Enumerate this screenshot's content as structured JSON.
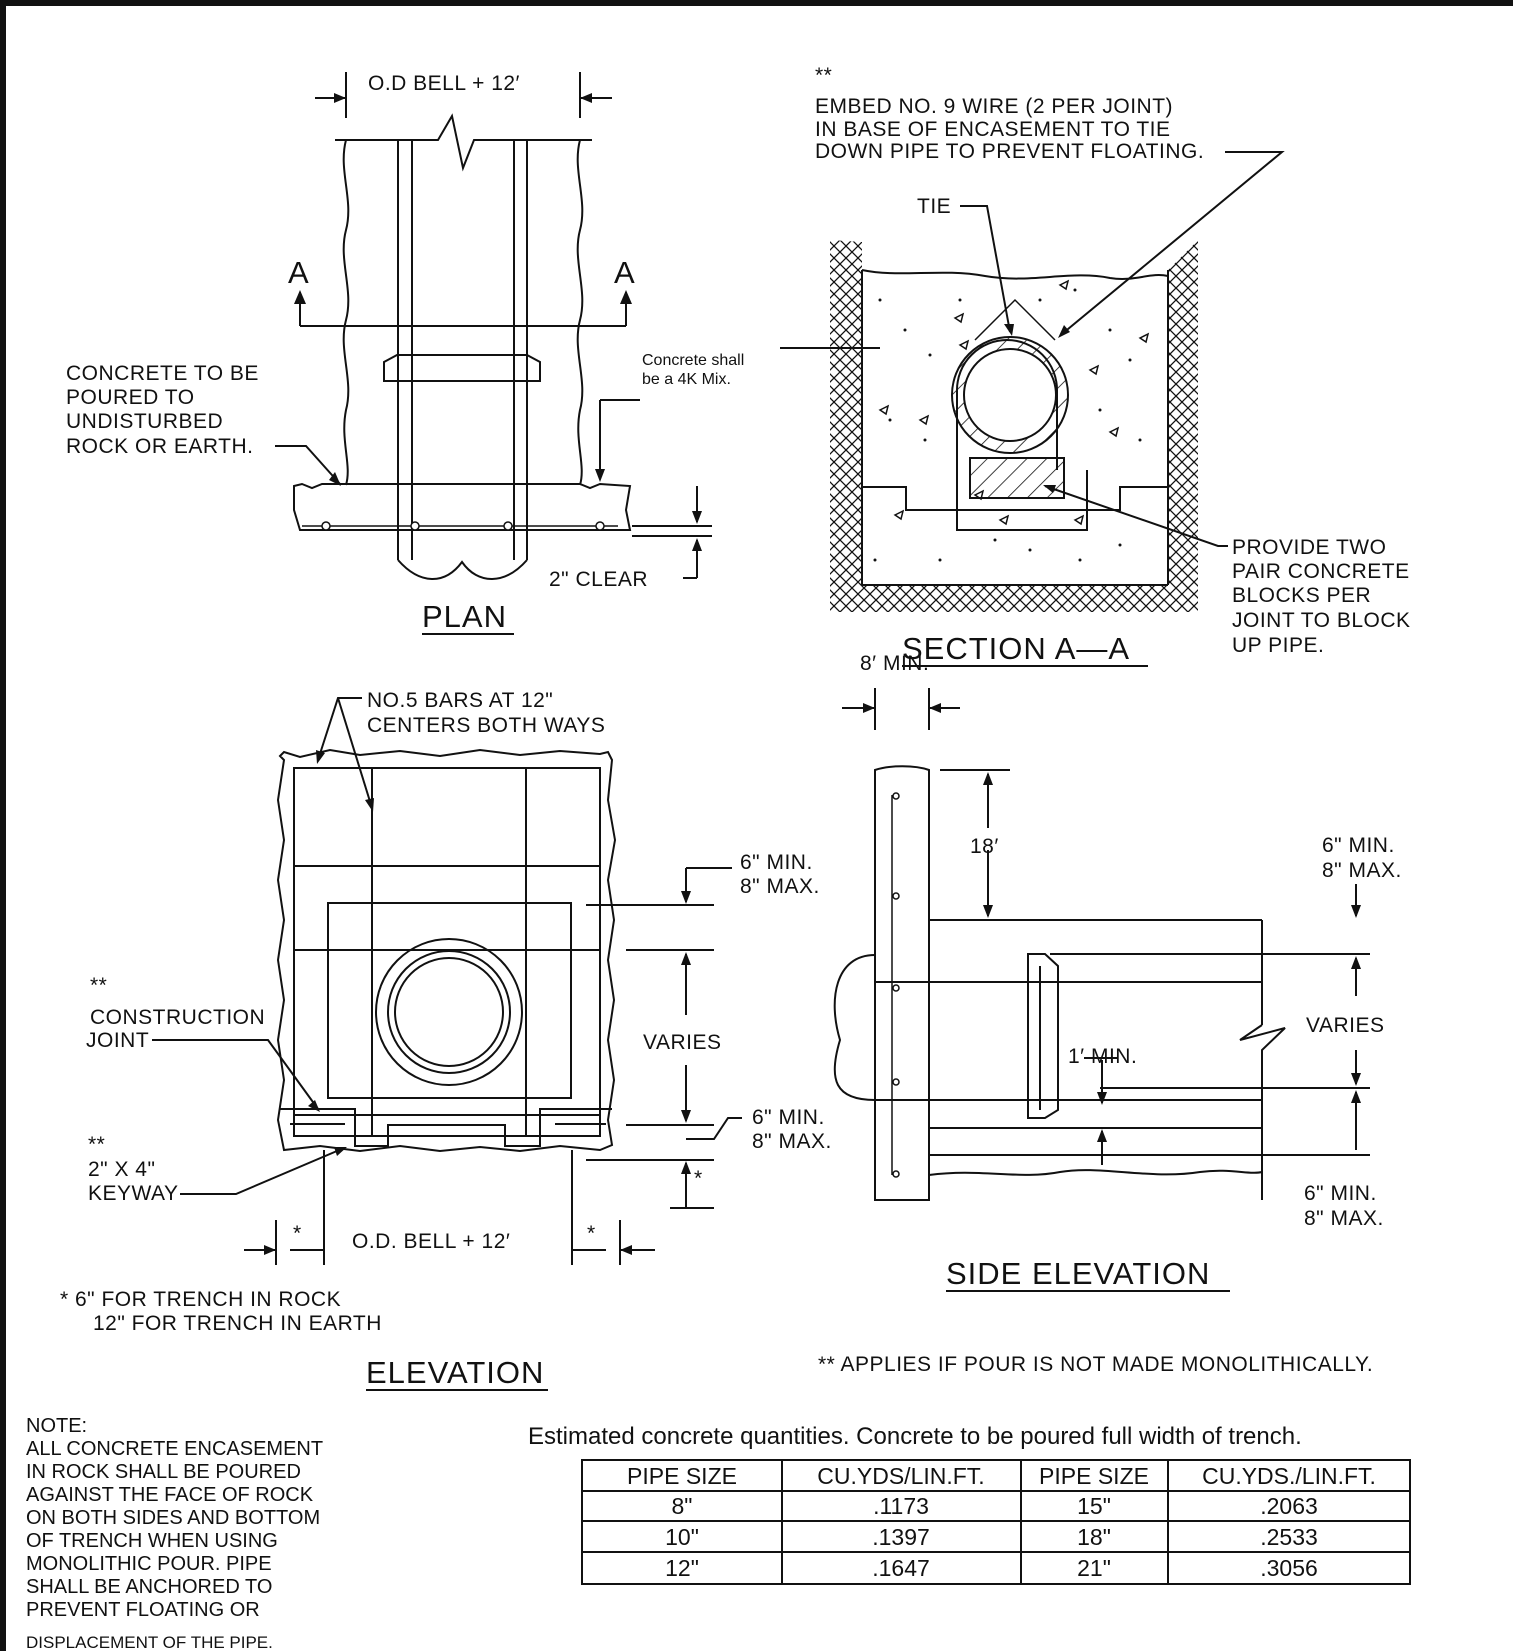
{
  "plan": {
    "title": "PLAN",
    "dim_top": "O.D BELL + 12′",
    "section_left": "A",
    "section_right": "A",
    "pour_note": [
      "CONCRETE TO BE",
      "POURED TO",
      "UNDISTURBED",
      "ROCK OR EARTH."
    ],
    "mix_note": [
      "Concrete shall",
      "be a 4K Mix."
    ],
    "clear": "2\" CLEAR"
  },
  "section": {
    "title": "SECTION A—A",
    "stars": "**",
    "embed_note": [
      "EMBED NO. 9 WIRE (2 PER JOINT)",
      "IN BASE OF ENCASEMENT TO TIE",
      "DOWN PIPE TO PREVENT FLOATING."
    ],
    "tie": "TIE",
    "blocks_note": [
      "PROVIDE TWO",
      "PAIR CONCRETE",
      "BLOCKS PER",
      "JOINT TO BLOCK",
      "UP PIPE."
    ]
  },
  "elevation": {
    "title": "ELEVATION",
    "bars_note": [
      "NO.5 BARS AT 12\"",
      "CENTERS BOTH WAYS"
    ],
    "top_dim": [
      "6\" MIN.",
      "8\" MAX."
    ],
    "varies": "VARIES",
    "bottom_dim": [
      "6\" MIN.",
      "8\" MAX."
    ],
    "joint_stars": "**",
    "joint_note": [
      "CONSTRUCTION",
      "JOINT"
    ],
    "keyway_stars": "**",
    "keyway_note": [
      "2\" X 4\"",
      "KEYWAY"
    ],
    "star": "*",
    "bottom_width": "O.D. BELL + 12′",
    "trench_note": [
      "* 6\" FOR TRENCH IN ROCK",
      "12\" FOR TRENCH IN EARTH"
    ]
  },
  "side_elevation": {
    "title": "SIDE ELEVATION",
    "min8": "8′ MIN.",
    "h18": "18′",
    "top_dim": [
      "6\" MIN.",
      "8\" MAX."
    ],
    "varies": "VARIES",
    "min1": "1′ MIN.",
    "bottom_dim": [
      "6\" MIN.",
      "8\" MAX."
    ]
  },
  "applies_note": "** APPLIES IF POUR IS NOT MADE MONOLITHICALLY.",
  "general_note": [
    "NOTE:",
    "ALL CONCRETE ENCASEMENT",
    "IN ROCK SHALL BE POURED",
    "AGAINST THE FACE OF ROCK",
    "ON BOTH SIDES AND BOTTOM",
    "OF TRENCH WHEN USING",
    "MONOLITHIC POUR. PIPE",
    "SHALL BE ANCHORED TO",
    "PREVENT FLOATING OR",
    "DISPLACEMENT OF THE PIPE."
  ],
  "table": {
    "caption": "Estimated concrete quantities. Concrete to be poured full width of trench.",
    "headers": [
      "PIPE SIZE",
      "CU.YDS/LIN.FT.",
      "PIPE SIZE",
      "CU.YDS./LIN.FT."
    ],
    "rows": [
      [
        "8\"",
        ".1173",
        "15\"",
        ".2063"
      ],
      [
        "10\"",
        ".1397",
        "18\"",
        ".2533"
      ],
      [
        "12\"",
        ".1647",
        "21\"",
        ".3056"
      ]
    ]
  }
}
